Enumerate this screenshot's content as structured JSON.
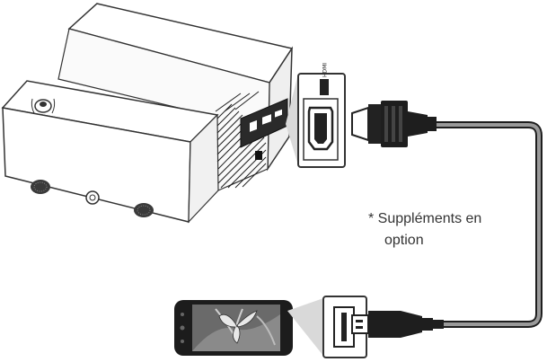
{
  "figure": {
    "note_line1": "* Suppléments en",
    "note_line2": "option",
    "port_label": "HDMI"
  },
  "colors": {
    "outline": "#333333",
    "cable": "#1e1e1e",
    "cable_gray": "#9a9a9a",
    "body": "#ffffff",
    "shade": "#dcdcdc",
    "vent": "#222222"
  },
  "icons": [
    "projector-device",
    "hdmi-port-callout",
    "hdmi-plug-icon",
    "smartphone-device",
    "usb-port-callout",
    "usb-plug-icon"
  ]
}
